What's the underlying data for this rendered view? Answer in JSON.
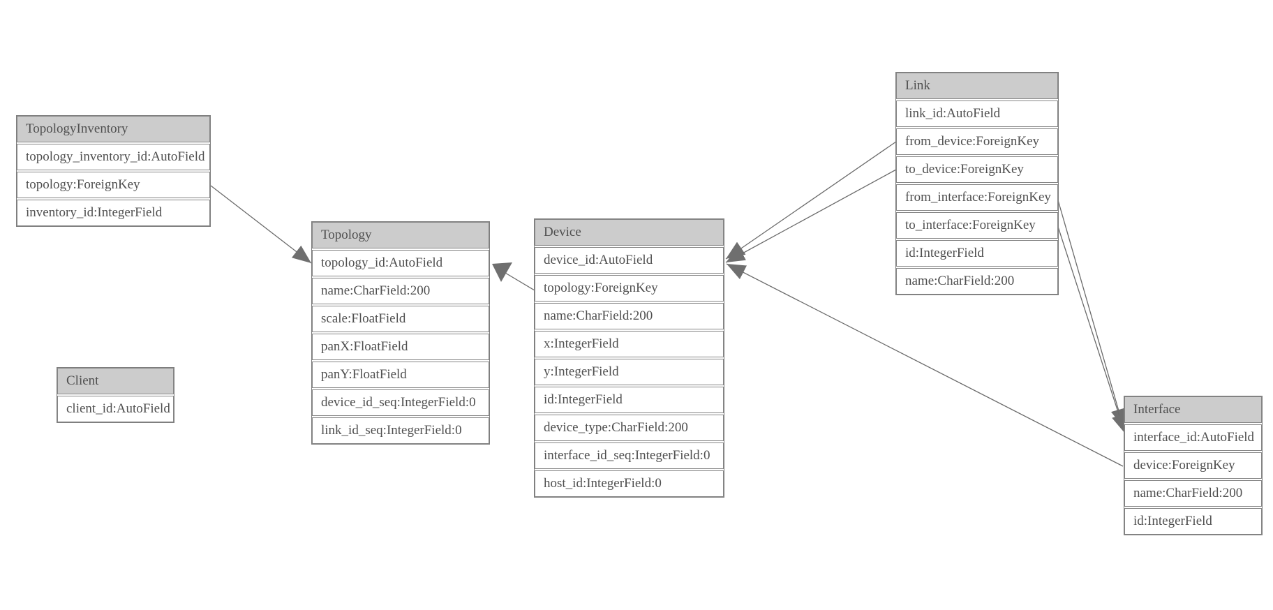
{
  "diagram_title": "",
  "style": {
    "background_color": "#ffffff",
    "header_fill": "#cccccc",
    "row_fill": "#ffffff",
    "border_color": "#7e7e7e",
    "text_color": "#4f4f4f",
    "connector_color": "#6a6a6a",
    "arrowhead_color": "#6f6f6f"
  },
  "tables": [
    {
      "name": "TopologyInventory",
      "fields": [
        "topology_inventory_id:AutoField",
        "topology:ForeignKey",
        "inventory_id:IntegerField"
      ]
    },
    {
      "name": "Topology",
      "fields": [
        "topology_id:AutoField",
        "name:CharField:200",
        "scale:FloatField",
        "panX:FloatField",
        "panY:FloatField",
        "device_id_seq:IntegerField:0",
        "link_id_seq:IntegerField:0"
      ]
    },
    {
      "name": "Client",
      "fields": [
        "client_id:AutoField"
      ]
    },
    {
      "name": "Device",
      "fields": [
        "device_id:AutoField",
        "topology:ForeignKey",
        "name:CharField:200",
        "x:IntegerField",
        "y:IntegerField",
        "id:IntegerField",
        "device_type:CharField:200",
        "interface_id_seq:IntegerField:0",
        "host_id:IntegerField:0"
      ]
    },
    {
      "name": "Link",
      "fields": [
        "link_id:AutoField",
        "from_device:ForeignKey",
        "to_device:ForeignKey",
        "from_interface:ForeignKey",
        "to_interface:ForeignKey",
        "id:IntegerField",
        "name:CharField:200"
      ]
    },
    {
      "name": "Interface",
      "fields": [
        "interface_id:AutoField",
        "device:ForeignKey",
        "name:CharField:200",
        "id:IntegerField"
      ]
    }
  ],
  "relations": [
    {
      "from": "TopologyInventory.topology",
      "to": "Topology"
    },
    {
      "from": "Device.topology",
      "to": "Topology"
    },
    {
      "from": "Link.from_device",
      "to": "Device"
    },
    {
      "from": "Link.to_device",
      "to": "Device"
    },
    {
      "from": "Interface.device",
      "to": "Device"
    },
    {
      "from": "Link.from_interface",
      "to": "Interface"
    },
    {
      "from": "Link.to_interface",
      "to": "Interface"
    }
  ]
}
